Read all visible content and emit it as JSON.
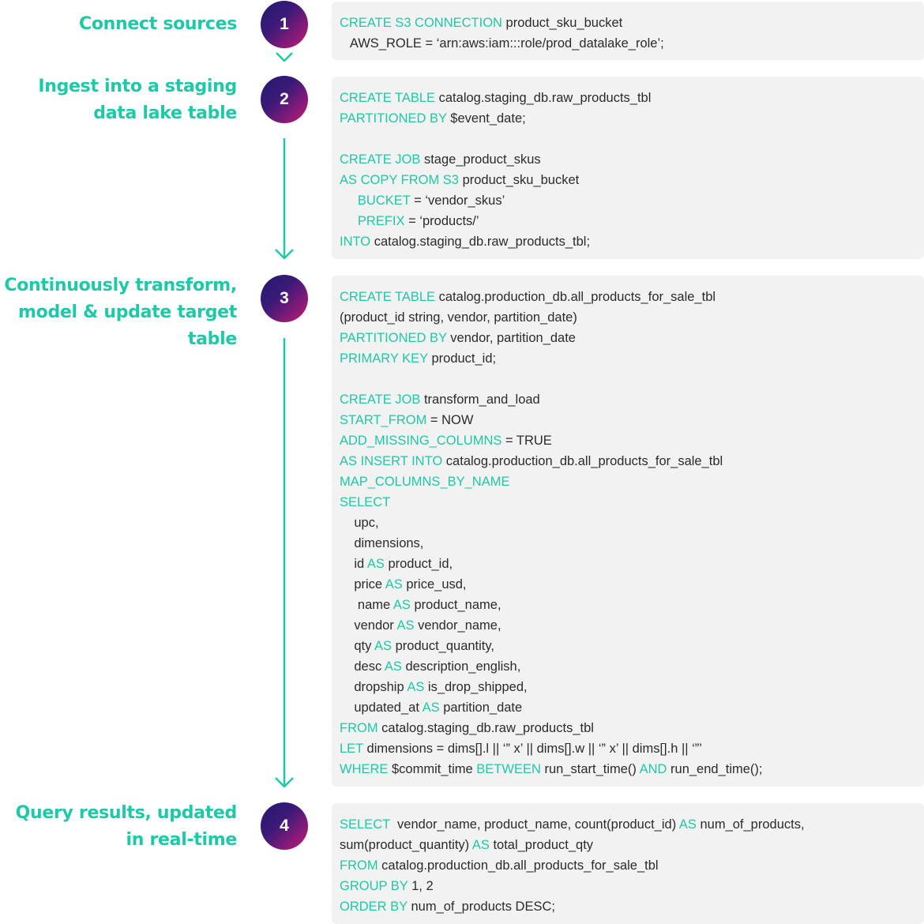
{
  "colors": {
    "accent": "#1fc8a6",
    "badge_from": "#23196e",
    "badge_to": "#c81a6c",
    "code_bg": "#f2f2f2"
  },
  "steps": [
    {
      "number": "1",
      "label": "Connect sources",
      "code": [
        [
          {
            "k": true,
            "t": "CREATE S3 CONNECTION"
          },
          {
            "t": " product_sku_bucket"
          }
        ],
        [
          {
            "t": "   AWS_ROLE = ‘arn:aws:iam:::role/prod_datalake_role’;"
          }
        ]
      ]
    },
    {
      "number": "2",
      "label": "Ingest into a staging data lake table",
      "code": [
        [
          {
            "k": true,
            "t": "CREATE TABLE"
          },
          {
            "t": " catalog.staging_db.raw_products_tbl"
          }
        ],
        [
          {
            "k": true,
            "t": "PARTITIONED BY"
          },
          {
            "t": " $event_date;"
          }
        ],
        [],
        [
          {
            "k": true,
            "t": "CREATE JOB"
          },
          {
            "t": " stage_product_skus"
          }
        ],
        [
          {
            "k": true,
            "t": "AS COPY FROM S3"
          },
          {
            "t": " product_sku_bucket"
          }
        ],
        [
          {
            "t": "     "
          },
          {
            "k": true,
            "t": "BUCKET"
          },
          {
            "t": " = ‘vendor_skus’"
          }
        ],
        [
          {
            "t": "     "
          },
          {
            "k": true,
            "t": "PREFIX"
          },
          {
            "t": " = ‘products/’"
          }
        ],
        [
          {
            "k": true,
            "t": "INTO"
          },
          {
            "t": " catalog.staging_db.raw_products_tbl;"
          }
        ]
      ]
    },
    {
      "number": "3",
      "label": "Continuously transform, model & update target table",
      "code": [
        [
          {
            "k": true,
            "t": "CREATE TABLE"
          },
          {
            "t": " catalog.production_db.all_products_for_sale_tbl"
          }
        ],
        [
          {
            "t": "(product_id string, vendor, partition_date)"
          }
        ],
        [
          {
            "k": true,
            "t": "PARTITIONED BY"
          },
          {
            "t": " vendor, partition_date"
          }
        ],
        [
          {
            "k": true,
            "t": "PRIMARY KEY"
          },
          {
            "t": " product_id;"
          }
        ],
        [],
        [
          {
            "k": true,
            "t": "CREATE JOB"
          },
          {
            "t": " transform_and_load"
          }
        ],
        [
          {
            "k": true,
            "t": "START_FROM"
          },
          {
            "t": " = NOW"
          }
        ],
        [
          {
            "k": true,
            "t": "ADD_MISSING_COLUMNS"
          },
          {
            "t": " = TRUE"
          }
        ],
        [
          {
            "k": true,
            "t": "AS INSERT INTO"
          },
          {
            "t": " catalog.production_db.all_products_for_sale_tbl"
          }
        ],
        [
          {
            "k": true,
            "t": "MAP_COLUMNS_BY_NAME"
          }
        ],
        [
          {
            "k": true,
            "t": "SELECT"
          }
        ],
        [
          {
            "t": "    upc,"
          }
        ],
        [
          {
            "t": "    dimensions,"
          }
        ],
        [
          {
            "t": "    id "
          },
          {
            "k": true,
            "t": "AS"
          },
          {
            "t": " product_id,"
          }
        ],
        [
          {
            "t": "    price "
          },
          {
            "k": true,
            "t": "AS"
          },
          {
            "t": " price_usd,"
          }
        ],
        [
          {
            "t": "     name "
          },
          {
            "k": true,
            "t": "AS"
          },
          {
            "t": " product_name,"
          }
        ],
        [
          {
            "t": "    vendor "
          },
          {
            "k": true,
            "t": "AS"
          },
          {
            "t": " vendor_name,"
          }
        ],
        [
          {
            "t": "    qty "
          },
          {
            "k": true,
            "t": "AS"
          },
          {
            "t": " product_quantity,"
          }
        ],
        [
          {
            "t": "    desc "
          },
          {
            "k": true,
            "t": "AS"
          },
          {
            "t": " description_english,"
          }
        ],
        [
          {
            "t": "    dropship "
          },
          {
            "k": true,
            "t": "AS"
          },
          {
            "t": " is_drop_shipped,"
          }
        ],
        [
          {
            "t": "    updated_at "
          },
          {
            "k": true,
            "t": "AS"
          },
          {
            "t": " partition_date"
          }
        ],
        [
          {
            "k": true,
            "t": "FROM"
          },
          {
            "t": " catalog.staging_db.raw_products_tbl"
          }
        ],
        [
          {
            "k": true,
            "t": "LET"
          },
          {
            "t": " dimensions = dims[].l || ‘” x’ || dims[].w || ‘” x’ || dims[].h || ‘”’"
          }
        ],
        [
          {
            "k": true,
            "t": "WHERE"
          },
          {
            "t": " $commit_time "
          },
          {
            "k": true,
            "t": "BETWEEN"
          },
          {
            "t": " run_start_time() "
          },
          {
            "k": true,
            "t": "AND"
          },
          {
            "t": " run_end_time();"
          }
        ]
      ]
    },
    {
      "number": "4",
      "label": "Query results, updated in real-time",
      "code": [
        [
          {
            "k": true,
            "t": "SELECT"
          },
          {
            "t": "  vendor_name, product_name, count(product_id) "
          },
          {
            "k": true,
            "t": "AS"
          },
          {
            "t": " num_of_products,"
          }
        ],
        [
          {
            "t": "sum(product_quantity) "
          },
          {
            "k": true,
            "t": "AS"
          },
          {
            "t": " total_product_qty"
          }
        ],
        [
          {
            "k": true,
            "t": "FROM"
          },
          {
            "t": " catalog.production_db.all_products_for_sale_tbl"
          }
        ],
        [
          {
            "k": true,
            "t": "GROUP BY"
          },
          {
            "t": " 1, 2"
          }
        ],
        [
          {
            "k": true,
            "t": "ORDER BY"
          },
          {
            "t": " num_of_products DESC;"
          }
        ]
      ]
    }
  ]
}
